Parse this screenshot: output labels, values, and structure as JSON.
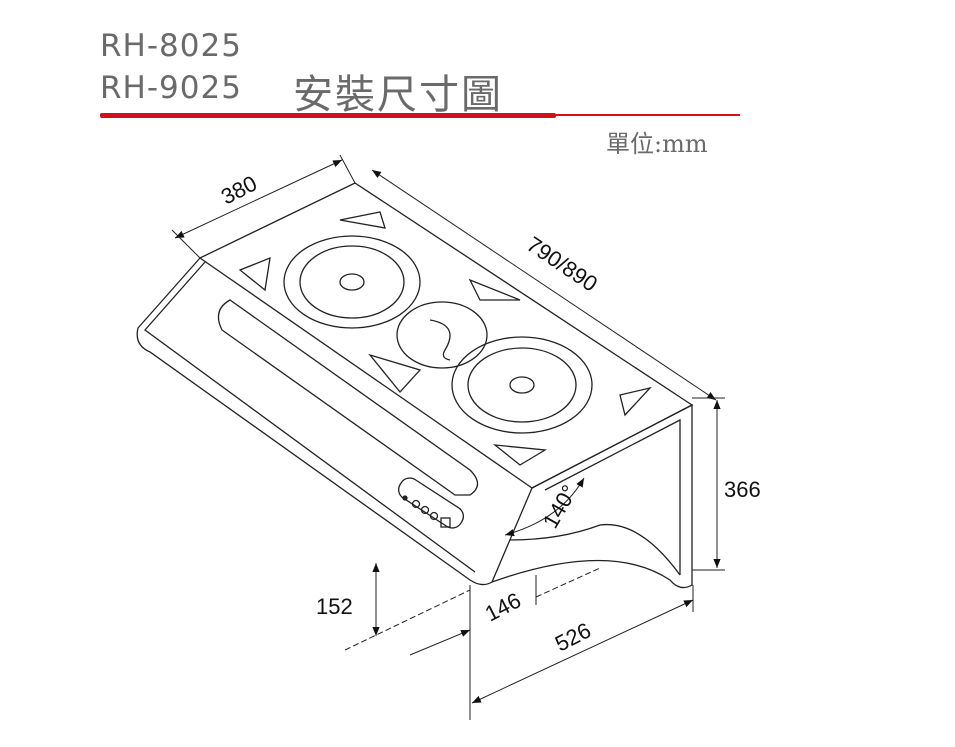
{
  "header": {
    "models": [
      "RH-8025",
      "RH-9025"
    ],
    "title": "安裝尺寸圖",
    "unit": "單位:mm",
    "accent_color": "#d0101a"
  },
  "dimensions": {
    "depth": "380",
    "width": "790/890",
    "height": "366",
    "front_height": "152",
    "duct_offset": "146",
    "side_length": "526",
    "angle": "140°"
  }
}
